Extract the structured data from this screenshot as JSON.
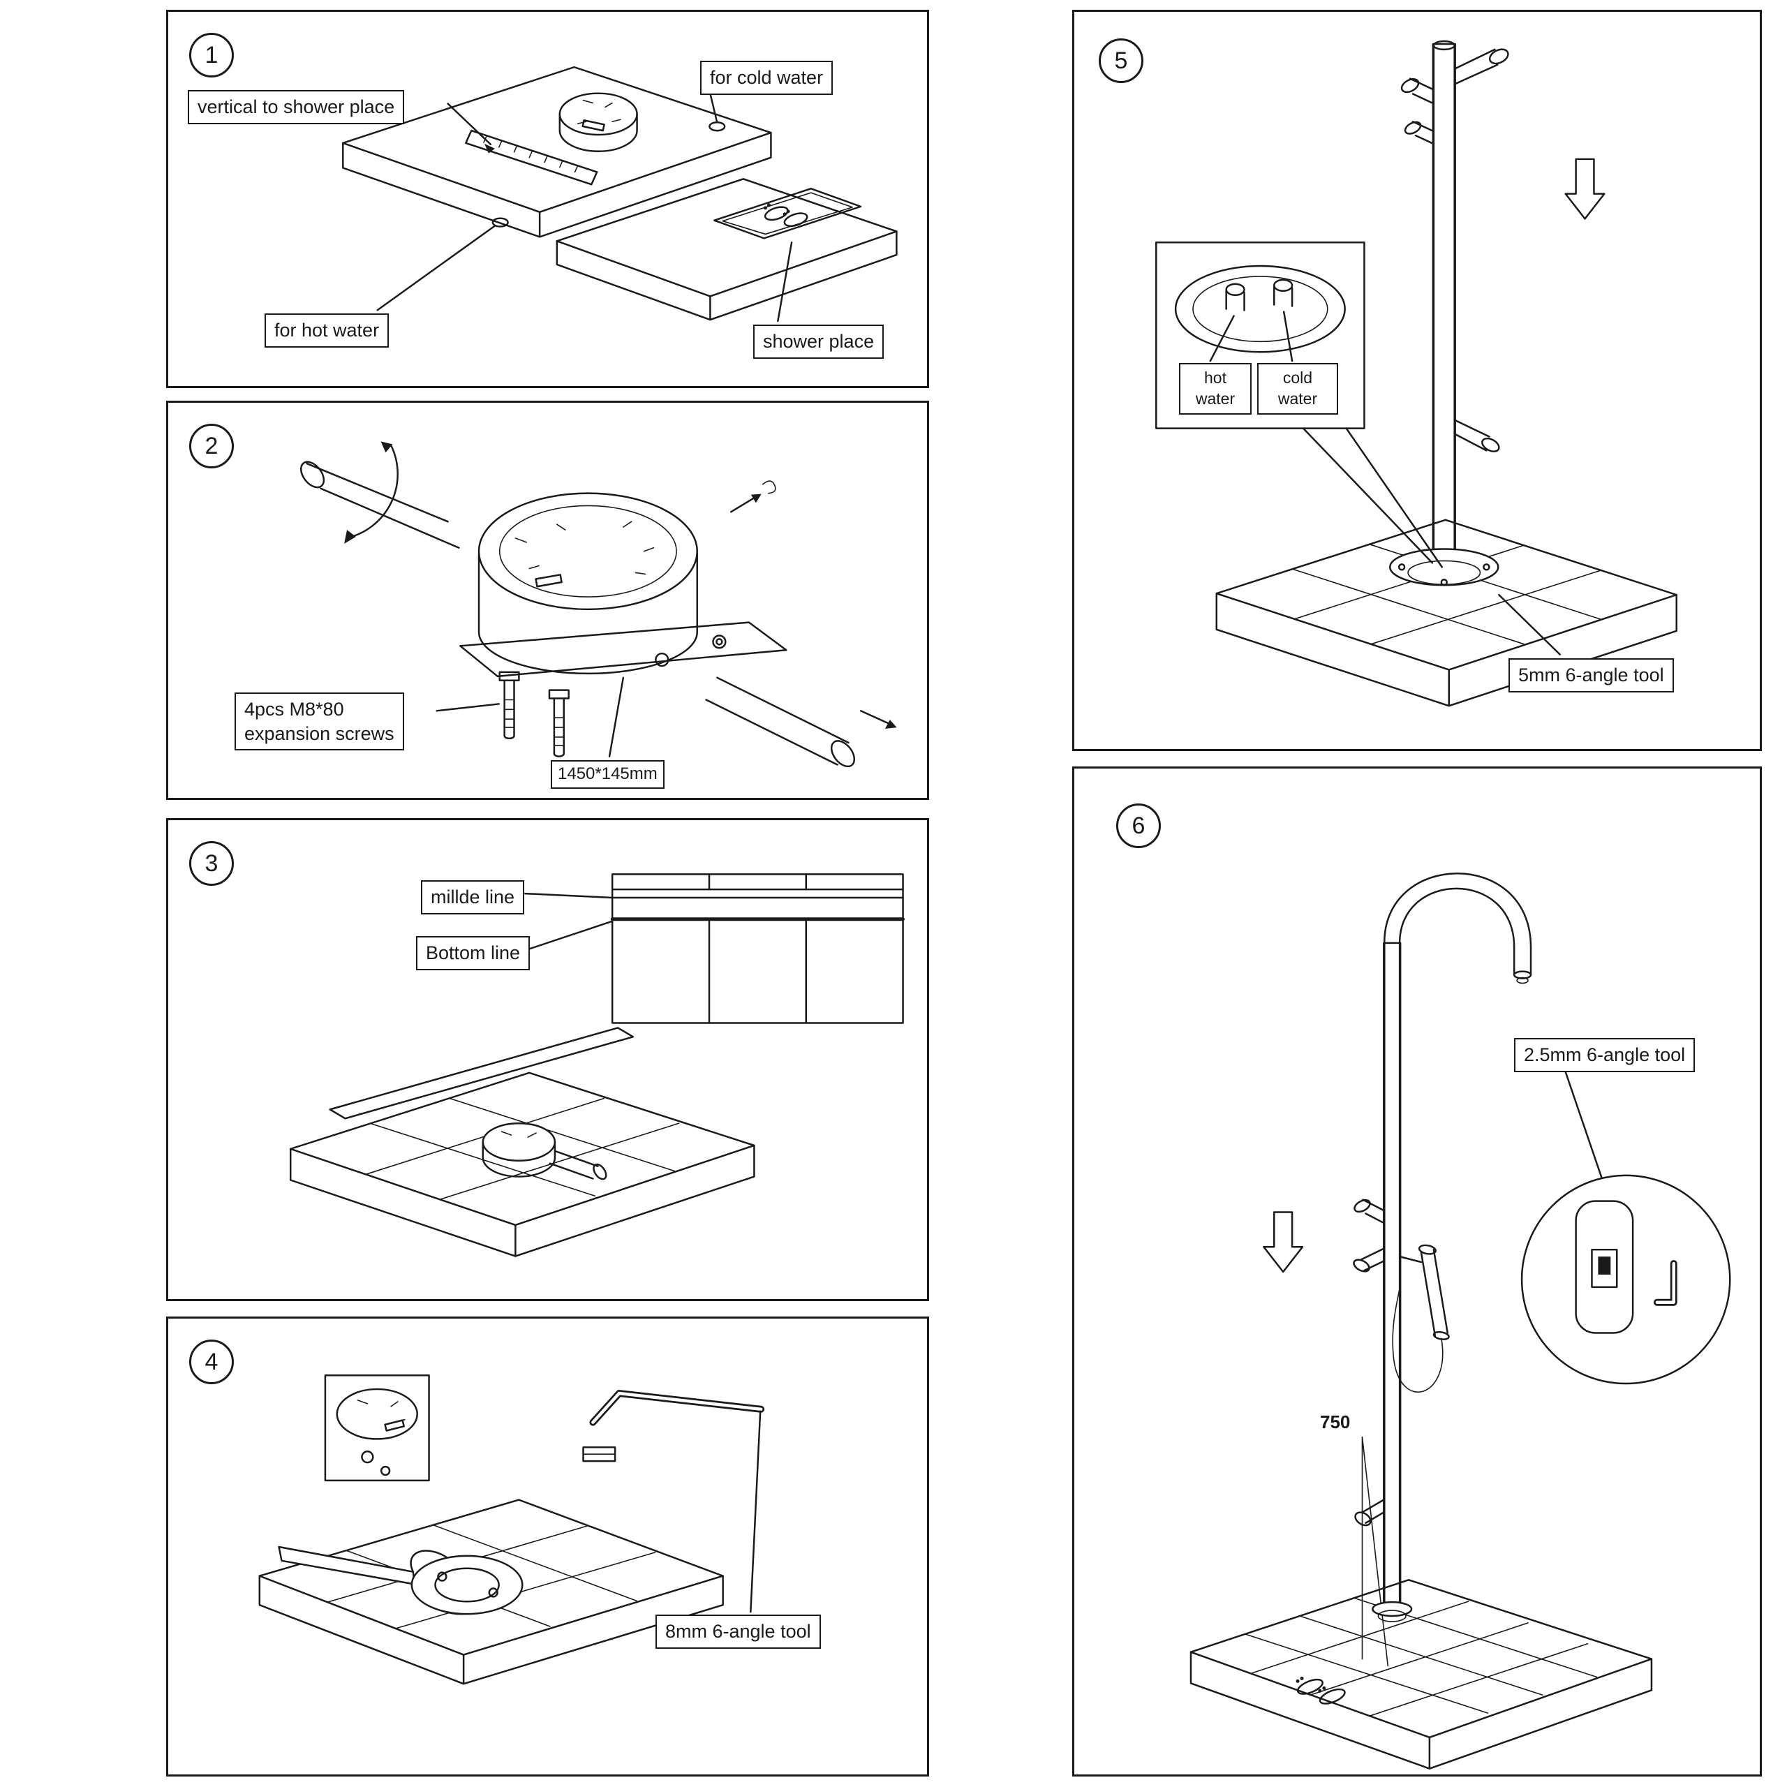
{
  "colors": {
    "line": "#1a1a1a",
    "background": "#ffffff"
  },
  "panels": [
    {
      "number": "1",
      "labels": {
        "vertical": "vertical to shower place",
        "cold": "for cold water",
        "hot": "for hot water",
        "shower_place": "shower place"
      }
    },
    {
      "number": "2",
      "labels": {
        "screws_line1": "4pcs M8*80",
        "screws_line2": "expansion screws",
        "dimension": "1450*145mm"
      }
    },
    {
      "number": "3",
      "labels": {
        "middle": "millde line",
        "bottom": "Bottom line"
      }
    },
    {
      "number": "4",
      "labels": {
        "tool": "8mm 6-angle tool"
      }
    },
    {
      "number": "5",
      "labels": {
        "hot_line1": "hot",
        "hot_line2": "water",
        "cold_line1": "cold",
        "cold_line2": "water",
        "tool": "5mm 6-angle tool"
      }
    },
    {
      "number": "6",
      "labels": {
        "tool": "2.5mm 6-angle tool",
        "dimension": "750"
      }
    }
  ]
}
